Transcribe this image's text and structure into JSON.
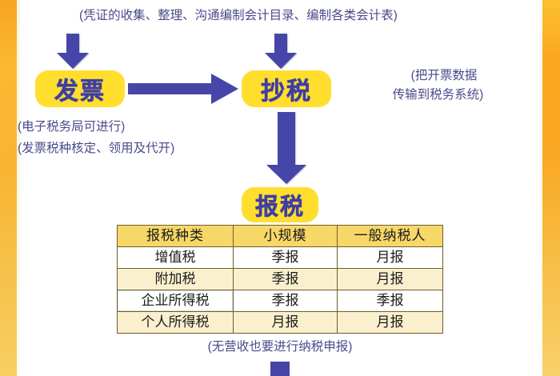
{
  "theme": {
    "accent_purple": "#3F3FA3",
    "arrow_purple": "#4546A8",
    "badge_yellow": "#FFDE2E",
    "table_header_yellow": "#F7D768",
    "table_row_cream": "#FBF0CE",
    "stripe_orange": "#F9A825",
    "note_text": "#4a4a8c"
  },
  "notes": {
    "top": "(凭证的收集、整理、沟通编制会计目录、编制各类会计表)",
    "invoice_line1": "(电子税务局可进行)",
    "invoice_line2": "(发票税种核定、领用及代开)",
    "copytax_line1": "(把开票数据",
    "copytax_line2": "传输到税务系统)",
    "bottom": "(无营收也要进行纳税申报)"
  },
  "badges": {
    "invoice": "发票",
    "copy_tax": "抄税",
    "file_tax": "报税"
  },
  "table": {
    "columns": [
      "报税种类",
      "小规模",
      "一般纳税人"
    ],
    "rows": [
      {
        "type": "增值税",
        "small_scale": "季报",
        "general": "月报"
      },
      {
        "type": "附加税",
        "small_scale": "季报",
        "general": "月报"
      },
      {
        "type": "企业所得税",
        "small_scale": "季报",
        "general": "季报"
      },
      {
        "type": "个人所得税",
        "small_scale": "月报",
        "general": "月报"
      }
    ]
  }
}
